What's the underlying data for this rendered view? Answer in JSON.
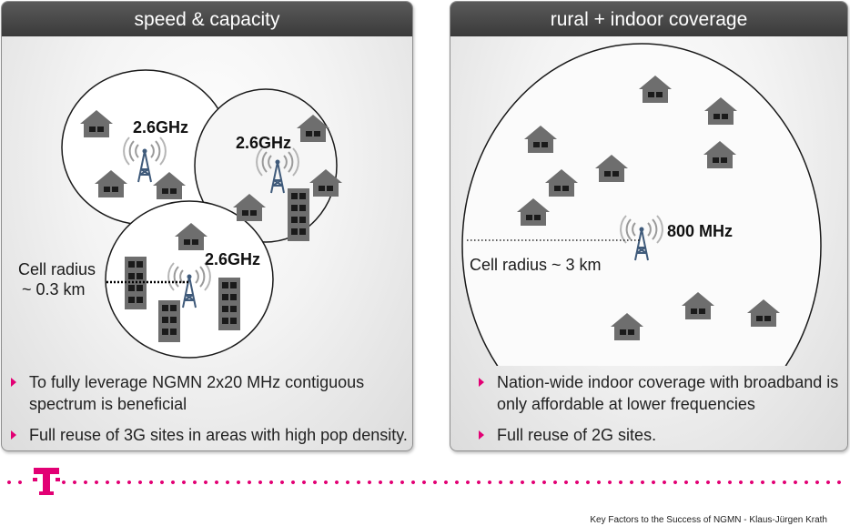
{
  "left_panel": {
    "title": "speed & capacity",
    "labels": {
      "freq_1": "2.6GHz",
      "freq_2": "2.6GHz",
      "freq_3": "2.6GHz",
      "cell_radius_line1": "Cell radius",
      "cell_radius_line2": "~ 0.3 km"
    },
    "bullets": [
      "To fully leverage NGMN 2x20 MHz contiguous spectrum is beneficial",
      "Full reuse of 3G sites in areas with high pop density."
    ]
  },
  "right_panel": {
    "title": "rural + indoor coverage",
    "labels": {
      "freq": "800 MHz",
      "cell_radius": "Cell radius ~ 3 km"
    },
    "bullets": [
      "Nation-wide indoor coverage with broadband is only affordable at lower frequencies",
      "Full reuse of 2G sites."
    ]
  },
  "footer": {
    "text": "Key Factors to the Success of NGMN - Klaus-Jürgen Krath"
  },
  "colors": {
    "brand_magenta": "#e20074",
    "header_bg": "#444444",
    "icon_gray": "#6e6e6e"
  },
  "icons": [
    "house-icon",
    "building-icon",
    "antenna-tower-icon",
    "t-logo-icon"
  ]
}
